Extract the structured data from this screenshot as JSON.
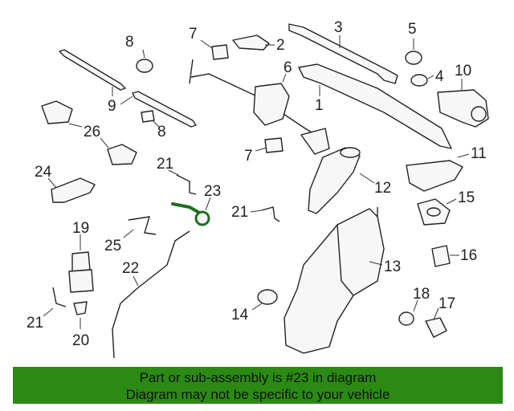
{
  "callouts": {
    "c1": "1",
    "c2": "2",
    "c3": "3",
    "c4": "4",
    "c5": "5",
    "c6": "6",
    "c7a": "7",
    "c7b": "7",
    "c8a": "8",
    "c8b": "8",
    "c9": "9",
    "c10": "10",
    "c11": "11",
    "c12": "12",
    "c13": "13",
    "c14": "14",
    "c15": "15",
    "c16": "16",
    "c17": "17",
    "c18": "18",
    "c19": "19",
    "c20": "20",
    "c21a": "21",
    "c21b": "21",
    "c21c": "21",
    "c22": "22",
    "c23": "23",
    "c24": "24",
    "c25": "25",
    "c26": "26"
  },
  "highlighted_part": "23",
  "highlight_color": "#1d6e1d",
  "banner": {
    "line1": "Part or sub-assembly is #23 in diagram",
    "line2": "Diagram may not be specific to your vehicle",
    "color": "#2b8a14"
  }
}
